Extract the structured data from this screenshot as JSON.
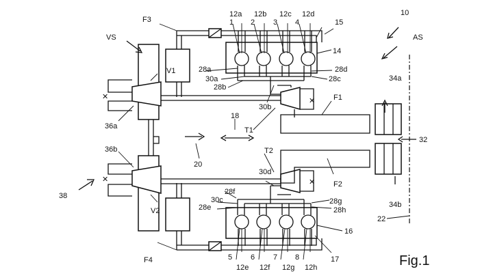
{
  "figure": {
    "title": "Fig.1",
    "labels": {
      "n10": "10",
      "n15": "15",
      "n14": "14",
      "n16": "16",
      "n17": "17",
      "n18": "18",
      "n20": "20",
      "n22": "22",
      "n32": "32",
      "n34a": "34a",
      "n34b": "34b",
      "n36a": "36a",
      "n36b": "36b",
      "n38": "38",
      "vs": "VS",
      "as": "AS",
      "f1": "F1",
      "f2": "F2",
      "f3": "F3",
      "f4": "F4",
      "t1": "T1",
      "t2": "T2",
      "v1": "V1",
      "v2": "V2",
      "c1": "1",
      "c2": "2",
      "c3": "3",
      "c4": "4",
      "c5": "5",
      "c6": "6",
      "c7": "7",
      "c8": "8",
      "s12a": "12a",
      "s12b": "12b",
      "s12c": "12c",
      "s12d": "12d",
      "s12e": "12e",
      "s12f": "12f",
      "s12g": "12g",
      "s12h": "12h",
      "p28a": "28a",
      "p28b": "28b",
      "p28c": "28c",
      "p28d": "28d",
      "p28e": "28e",
      "p28f": "28f",
      "p28g": "28g",
      "p28h": "28h",
      "p30a": "30a",
      "p30b": "30b",
      "p30c": "30c",
      "p30d": "30d"
    }
  }
}
